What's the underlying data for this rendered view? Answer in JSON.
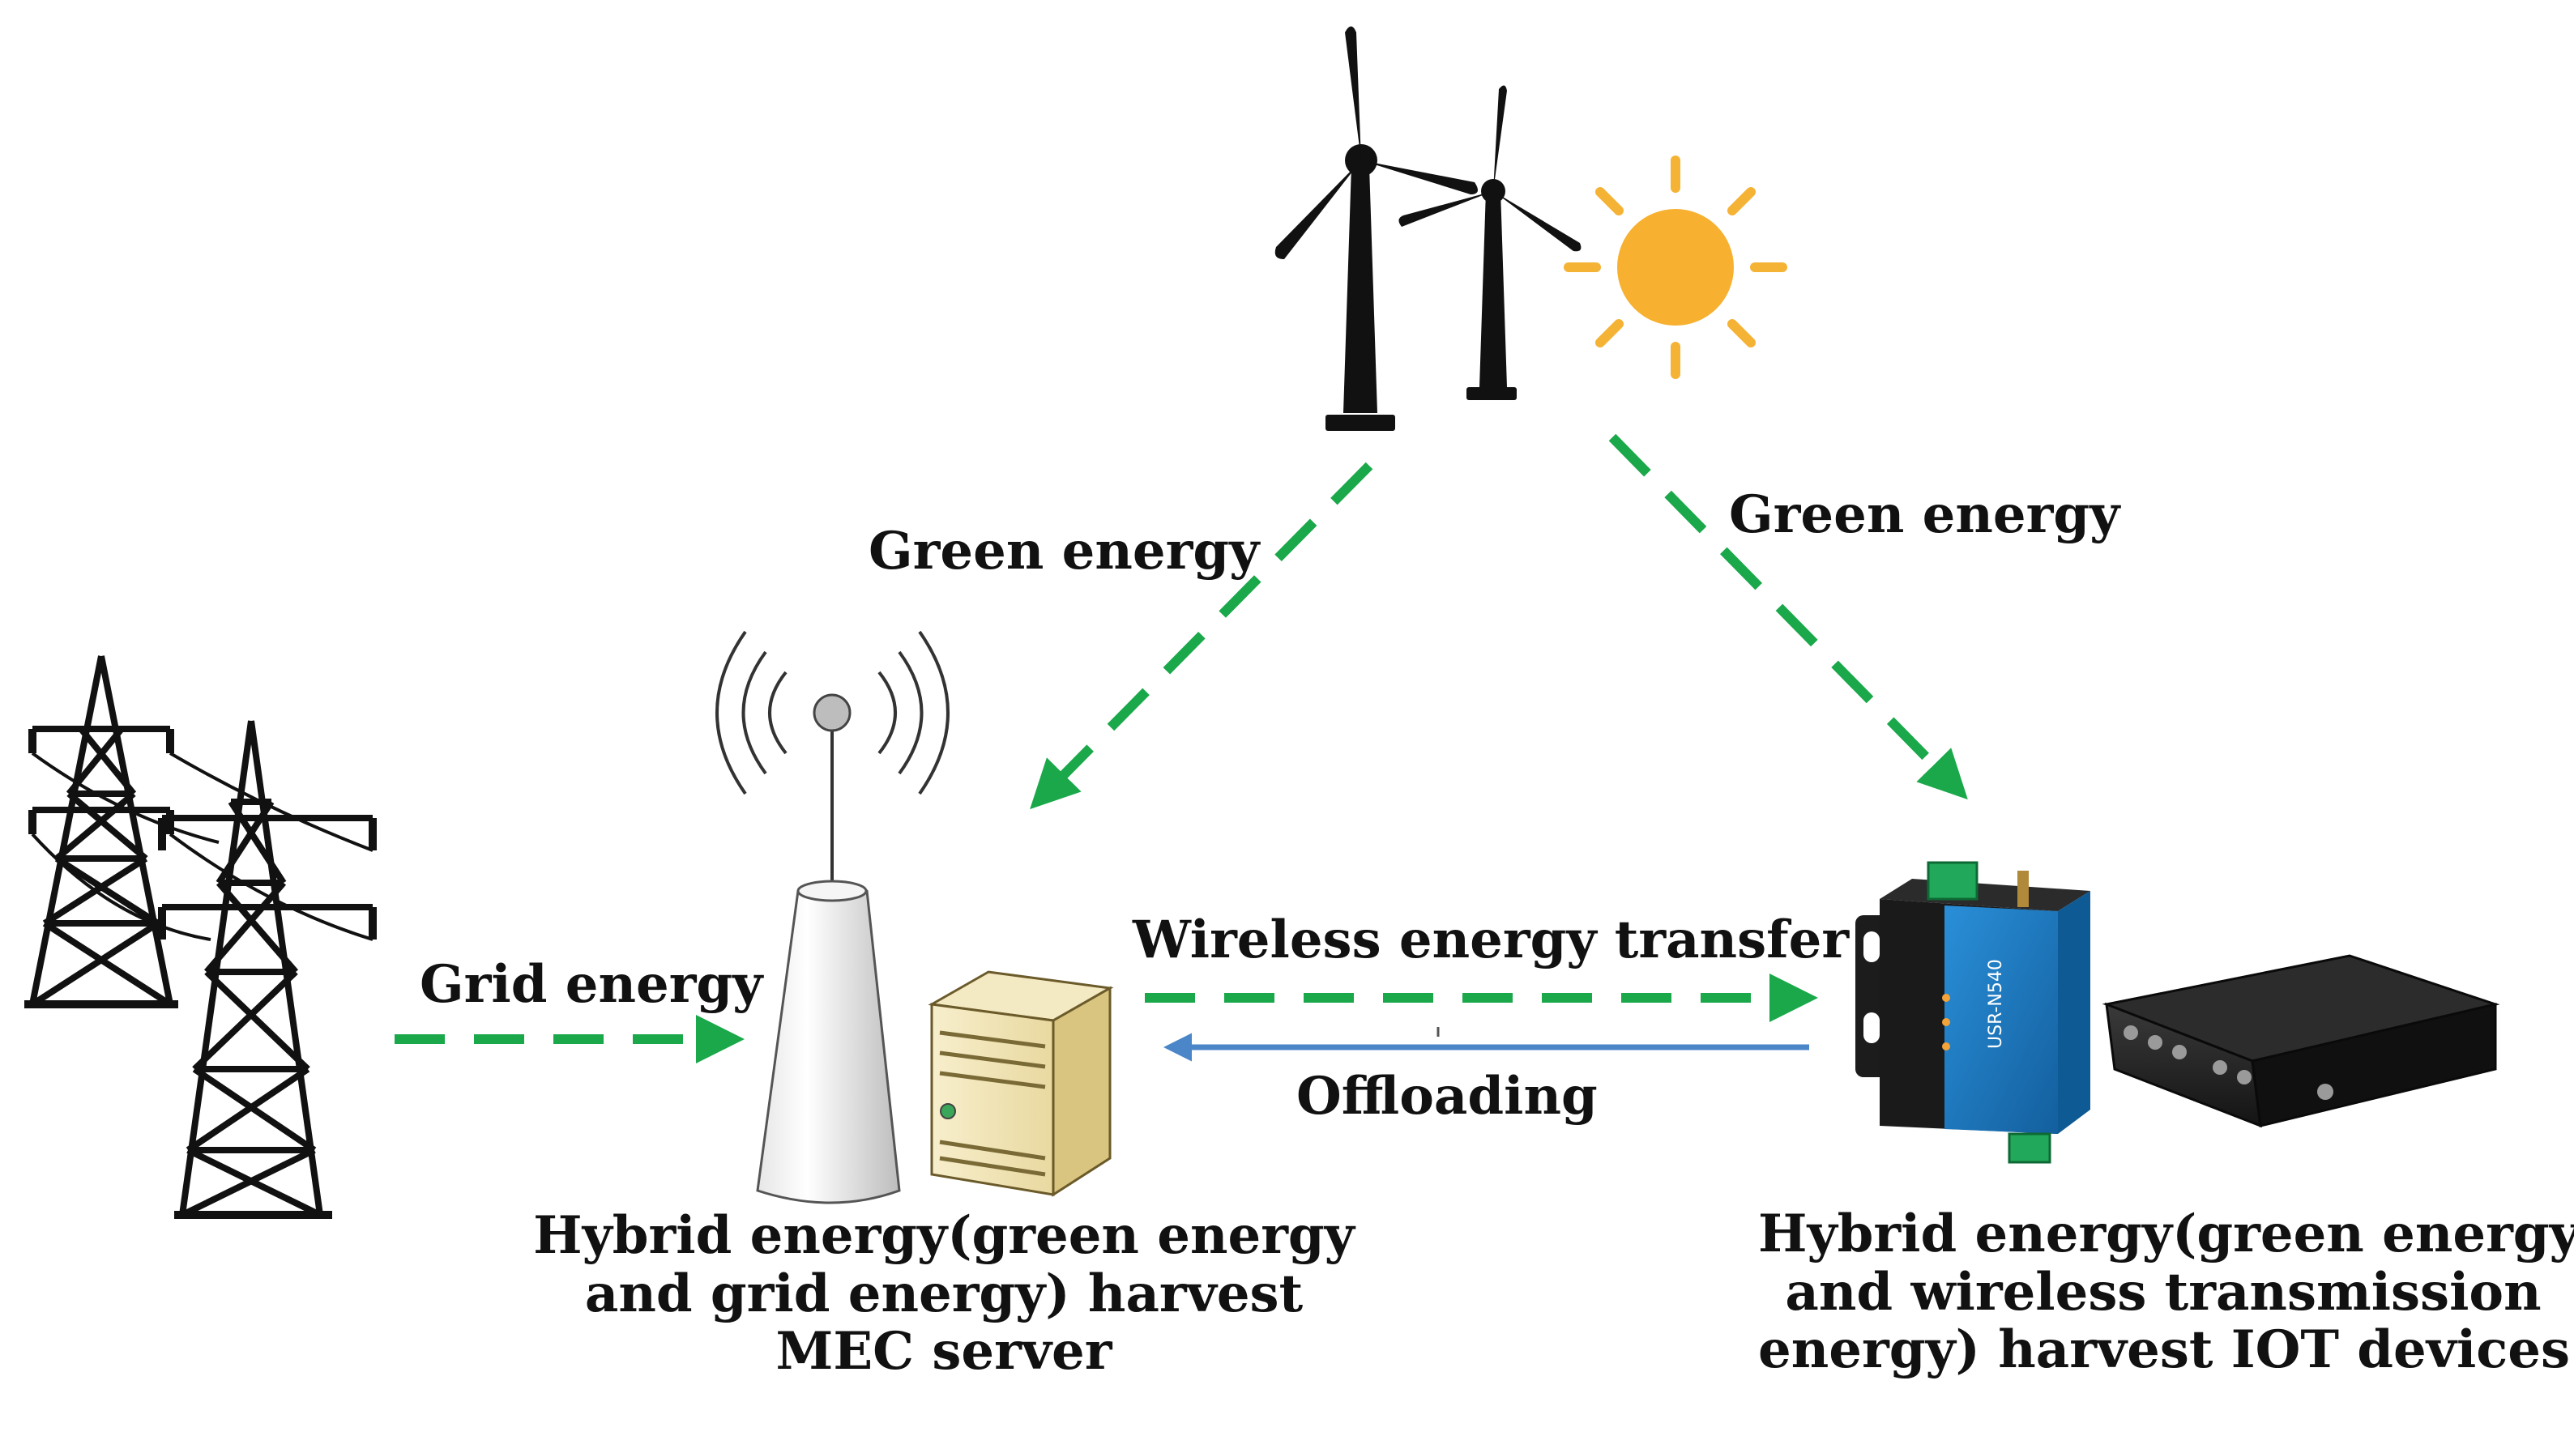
{
  "labels": {
    "green_energy_left": "Green energy",
    "green_energy_right": "Green energy",
    "grid_energy": "Grid energy",
    "wireless_energy_transfer": "Wireless energy transfer",
    "offloading": "Offloading",
    "mec_caption": [
      "Hybrid energy(green energy",
      "and grid energy) harvest",
      "MEC server"
    ],
    "iot_caption": [
      "Hybrid energy(green energy",
      "and wireless transmission",
      "energy) harvest IOT devices"
    ]
  },
  "device_labels": {
    "gateway_model": "USR-N540"
  },
  "colors": {
    "green_arrow": "#1aa84a",
    "blue_arrow": "#4a86c8",
    "sun": "#f7b030",
    "sun_rays": "#f5b335",
    "turbine": "#111111",
    "tower": "#111111",
    "server_case": "#f2e6b8",
    "gateway_blue": "#1e7fc8",
    "connector_green": "#22a85a"
  },
  "icons": [
    "wind-turbine-icon",
    "sun-icon",
    "power-tower-icon",
    "antenna-tower-icon",
    "server-icon",
    "iot-gateway-icon",
    "network-box-icon"
  ]
}
